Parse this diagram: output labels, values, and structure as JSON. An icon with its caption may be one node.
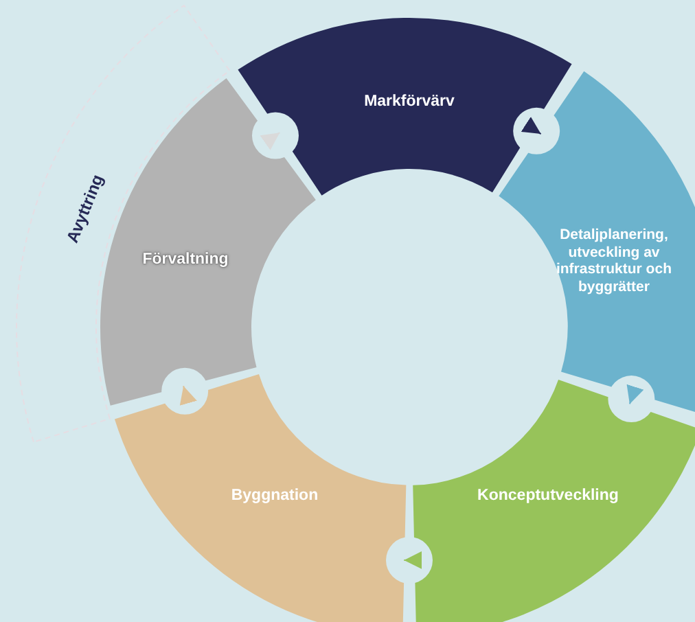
{
  "diagram": {
    "nodes": [
      {
        "text": [
          "Markförvärv"
        ]
      },
      {
        "text": [
          "Detaljplanering, utveckling av infrastruktur och byggrätter"
        ]
      },
      {
        "text": [
          "Konceptutveckling"
        ]
      },
      {
        "text": [
          "Byggnation"
        ]
      },
      {
        "text": [
          "Förvaltning"
        ]
      },
      {
        "text": [
          "Avyttring"
        ]
      }
    ],
    "edges": [
      {
        "from": 4,
        "to": 0,
        "arrow": "to",
        "color": "#dadada"
      },
      {
        "from": 0,
        "to": 1,
        "arrow": "to",
        "color": "#262956"
      },
      {
        "from": 1,
        "to": 2,
        "arrow": "to",
        "color": "#6cb3cd"
      },
      {
        "from": 2,
        "to": 3,
        "arrow": "to",
        "color": "#97c35a"
      },
      {
        "from": 3,
        "to": 4,
        "arrow": "to",
        "color": "#dfc196"
      }
    ]
  }
}
